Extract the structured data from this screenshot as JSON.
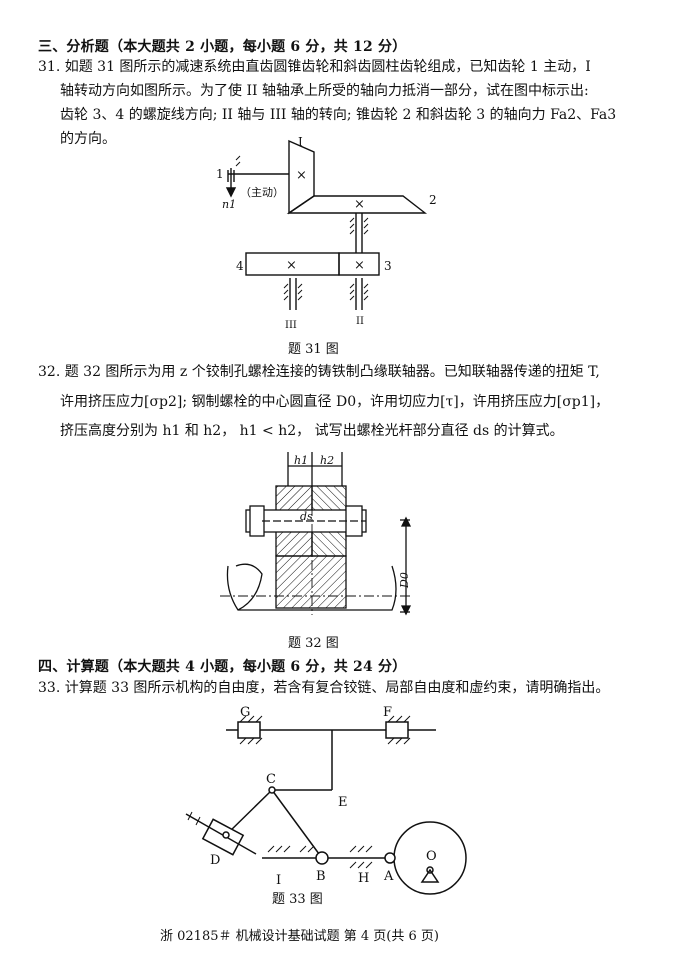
{
  "section3": {
    "heading": "三、分析题（本大题共 2 小题，每小题 6 分，共 12 分）"
  },
  "q31": {
    "line1": "31. 如题 31 图所示的减速系统由直齿圆锥齿轮和斜齿圆柱齿轮组成，已知齿轮 1 主动，I",
    "line2": "轴转动方向如图所示。为了使 II 轴轴承上所受的轴向力抵消一部分，试在图中标示出:",
    "line3": "齿轮 3、4 的螺旋线方向; II 轴与 III 轴的转向; 锥齿轮 2 和斜齿轮 3 的轴向力 Fa2、Fa3",
    "line4": "的方向。",
    "fig": {
      "label_1": "1",
      "label_I": "I",
      "label_n1": "n1",
      "label_driver": "（主动）",
      "label_2": "2",
      "label_3": "3",
      "label_4": "4",
      "label_II": "II",
      "label_III": "III",
      "cross": "×"
    },
    "caption": "题 31 图"
  },
  "q32": {
    "line1": "32. 题 32 图所示为用 z 个铰制孔螺栓连接的铸铁制凸缘联轴器。已知联轴器传递的扭矩 T,",
    "line2": "许用挤压应力[σp2]; 钢制螺栓的中心圆直径 D0，许用切应力[τ]，许用挤压应力[σp1]，",
    "line3": "挤压高度分别为 h1 和 h2， h1 < h2， 试写出螺栓光杆部分直径 ds 的计算式。",
    "fig": {
      "label_h1": "h1",
      "label_h2": "h2",
      "label_ds": "ds",
      "label_D0": "D0"
    },
    "caption": "题 32 图"
  },
  "section4": {
    "heading": "四、计算题（本大题共 4 小题，每小题 6 分，共 24 分）"
  },
  "q33": {
    "line1": "33. 计算题 33 图所示机构的自由度，若含有复合铰链、局部自由度和虚约束，请明确指出。",
    "fig": {
      "label_G": "G",
      "label_F": "F",
      "label_C": "C",
      "label_E": "E",
      "label_D": "D",
      "label_I": "I",
      "label_B": "B",
      "label_H": "H",
      "label_A": "A",
      "label_O": "O"
    },
    "caption": "题 33 图"
  },
  "footer": "浙 02185＃ 机械设计基础试题 第 4 页(共 6 页)"
}
